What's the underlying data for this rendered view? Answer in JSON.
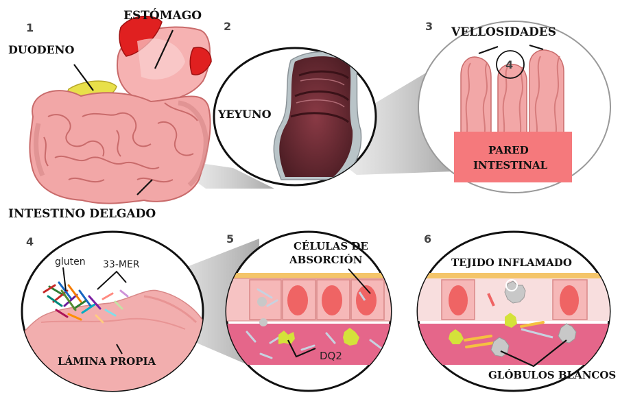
{
  "panels": {
    "p1": {
      "number": "1",
      "stomach": "ESTÓMAGO",
      "duodenum": "DUODENO",
      "small_intestine": "INTESTINO DELGADO"
    },
    "p2": {
      "number": "2",
      "jejunum": "YEYUNO"
    },
    "p3": {
      "number": "3",
      "villi": "VELLOSIDADES",
      "inset_number": "4",
      "wall_line1": "PARED",
      "wall_line2": "INTESTINAL"
    },
    "p4": {
      "number": "4",
      "gluten": "gluten",
      "mer": "33-MER",
      "lamina": "LÁMINA PROPIA"
    },
    "p5": {
      "number": "5",
      "cells_line1": "CÉLULAS DE",
      "cells_line2": "ABSORCIÓN",
      "dq2": "DQ2"
    },
    "p6": {
      "number": "6",
      "tissue": "TEJIDO INFLAMADO",
      "white_cells": "GLÓBULOS BLANCOS"
    }
  },
  "colors": {
    "tissue_pink": "#f2a7a7",
    "tissue_dark": "#c96b6b",
    "stomach_red": "#e02020",
    "duodenum_yellow": "#e8e04a",
    "wall_box": "#f5797c",
    "submucosa": "#e5668a",
    "dq2_yellow": "#d4e23a",
    "white_cell_gray": "#c8c8c8"
  }
}
